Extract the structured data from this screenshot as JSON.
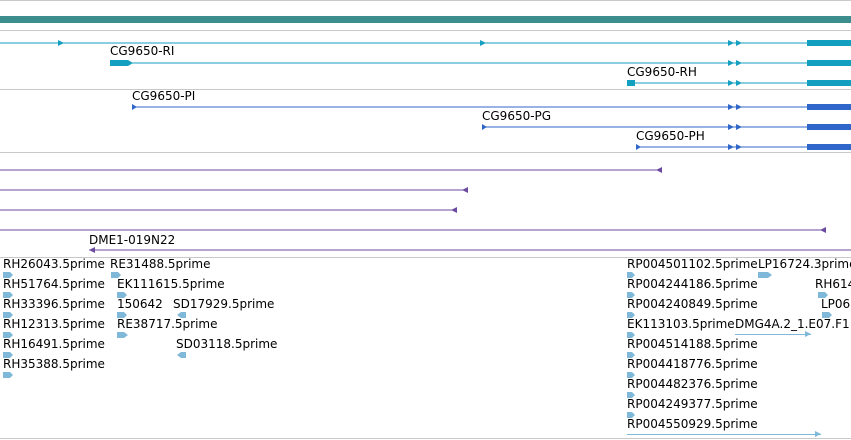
{
  "colors": {
    "track_band": "#3c8d8d",
    "noncoding_transcript": "#139fbf",
    "coding_transcript": "#2f66c9",
    "aligned_sequence": "#6c4aa0",
    "est": "#7fb8d9",
    "separator": "#c9c9c9"
  },
  "transcripts_group_a": [
    {
      "name": "",
      "strand": "+"
    },
    {
      "name": "CG9650-RI",
      "strand": "+"
    },
    {
      "name": "CG9650-RH",
      "strand": "+"
    }
  ],
  "transcripts_group_b": [
    {
      "name": "CG9650-PI",
      "strand": "+"
    },
    {
      "name": "CG9650-PG",
      "strand": "+"
    },
    {
      "name": "CG9650-PH",
      "strand": "+"
    }
  ],
  "alignments": [
    {
      "name": "",
      "strand": "+"
    },
    {
      "name": "",
      "strand": "+"
    },
    {
      "name": "",
      "strand": "+"
    },
    {
      "name": "",
      "strand": "+"
    },
    {
      "name": "DME1-019N22",
      "strand": "-"
    }
  ],
  "est_column_1": [
    "RH26043.5prime",
    "RH51764.5prime",
    "RH33396.5prime",
    "RH12313.5prime",
    "RH16491.5prime",
    "RH35388.5prime"
  ],
  "est_column_2": [
    "RE31488.5prime",
    "EK111615.5prime",
    "150642",
    "RE38717.5prime"
  ],
  "est_column_3": [
    "SD17929.5prime",
    "SD03118.5prime"
  ],
  "est_column_4": [
    "RP004501102.5prime",
    "RP004244186.5prime",
    "RP004240849.5prime",
    "EK113103.5prime",
    "RP004514188.5prime",
    "RP004418776.5prime",
    "RP004482376.5prime",
    "RP004249377.5prime",
    "RP004550929.5prime"
  ],
  "est_column_5": [
    "LP16724.3prime",
    "DMG4A.2_1.E07.F1"
  ],
  "est_column_6": [
    "RH614",
    "LP06"
  ]
}
